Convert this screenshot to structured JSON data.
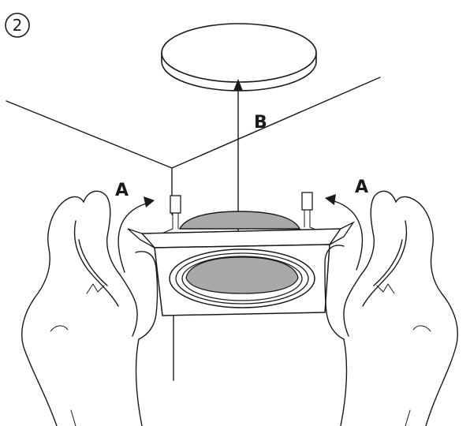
{
  "step": {
    "number": "2"
  },
  "labels": {
    "clip_left": "A",
    "clip_right": "A",
    "cover_lift": "B"
  },
  "colors": {
    "line": "#1a1a1a",
    "housing_gray": "#a9a9ab",
    "background": "#ffffff"
  }
}
